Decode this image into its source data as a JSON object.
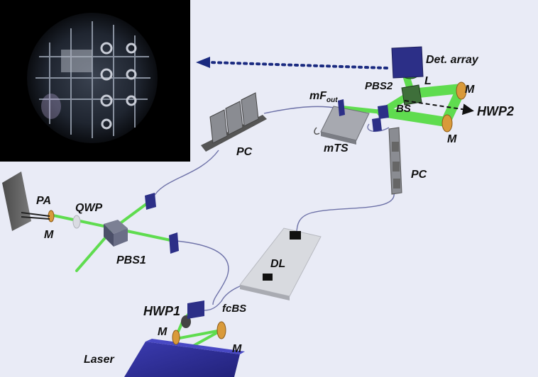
{
  "labels": {
    "det_array": "Det. array",
    "L": "L",
    "M_top": "M",
    "M_right": "M",
    "PBS2": "PBS2",
    "BS": "BS",
    "HWP2": "HWP2",
    "mF": "mF",
    "mF_sub": "out",
    "mTS": "mTS",
    "PC_upper": "PC",
    "PC_right": "PC",
    "PA": "PA",
    "QWP": "QWP",
    "M_left": "M",
    "PBS1": "PBS1",
    "DL": "DL",
    "fcBS": "fcBS",
    "HWP1": "HWP1",
    "M_bottom_left": "M",
    "M_bottom_right": "M",
    "Laser": "Laser"
  },
  "colors": {
    "background": "#e9ebf6",
    "beam": "#5fdc4f",
    "fiber": "#6e72a8",
    "optic_blue": "#2c2f87",
    "mirror_orange": "#d99a3a",
    "laser_body": "#2f2f9c",
    "inset_bg": "#000000",
    "arrow_blue": "#1a2a80"
  }
}
